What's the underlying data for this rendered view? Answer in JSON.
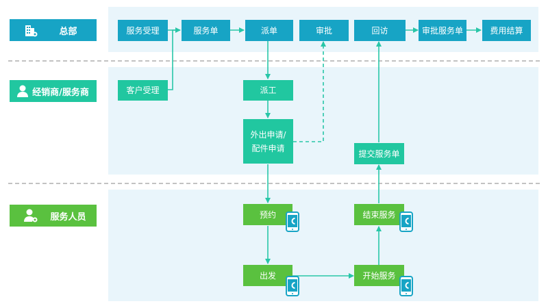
{
  "roles": {
    "hq": "总部",
    "dealer": "经销商/服务商",
    "staff": "服务人员"
  },
  "nodes": {
    "service_accept": "服务受理",
    "service_order": "服务单",
    "dispatch": "派单",
    "approve": "审批",
    "revisit": "回访",
    "approve_order": "审批服务单",
    "fee_settle": "费用结算",
    "customer_accept": "客户受理",
    "assign_worker": "派工",
    "outing_request": "外出申请/\n配件申请",
    "submit_order": "提交服务单",
    "appointment": "预约",
    "depart": "出发",
    "start_service": "开始服务",
    "end_service": "结束服务"
  },
  "icons": {
    "hq": "building-gear-icon",
    "dealer": "person-icon",
    "staff": "person-gear-icon",
    "mobile": "mobile-app-icon"
  },
  "colors": {
    "hq": "#17a4c5",
    "dealer": "#21c7a0",
    "staff": "#5ac13f",
    "arrow": "#28c6a8"
  }
}
